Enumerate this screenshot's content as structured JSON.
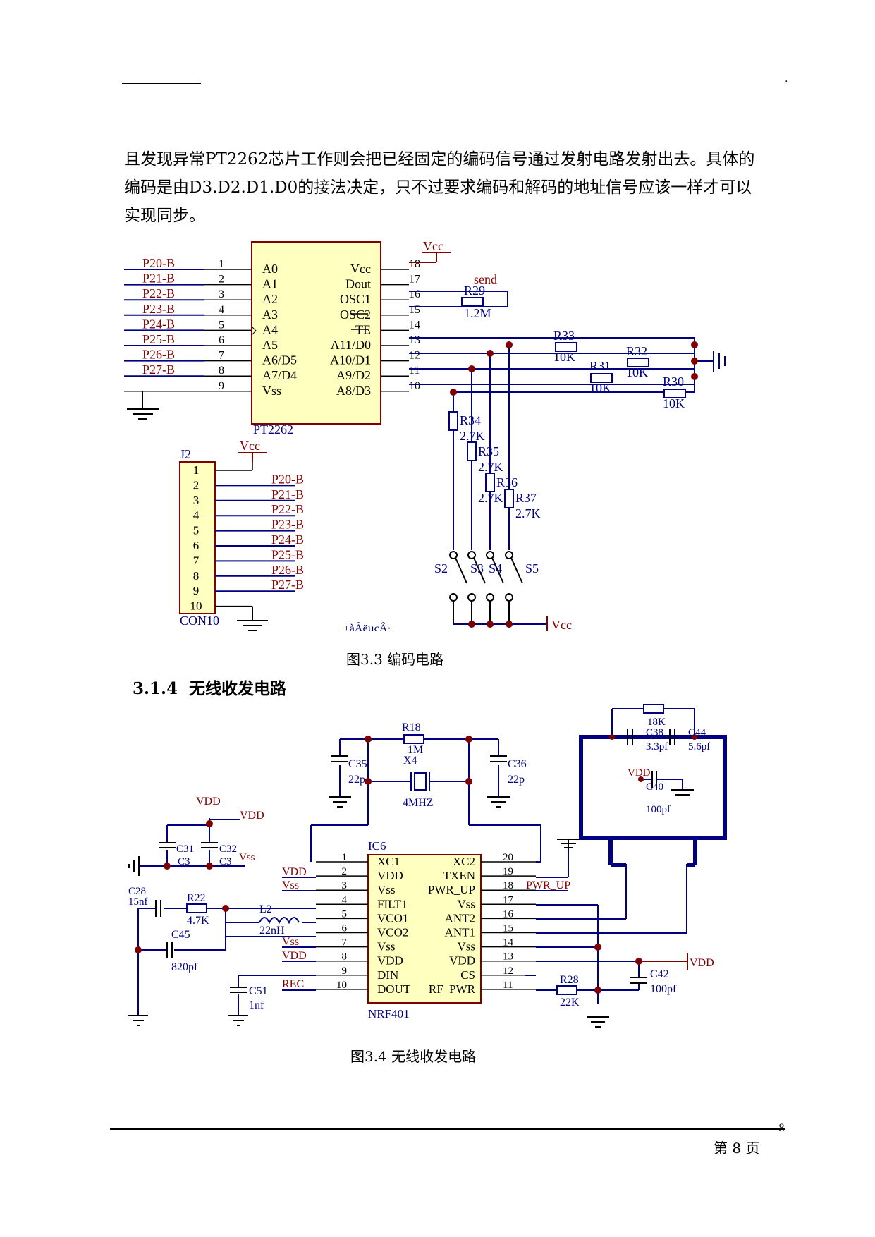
{
  "header": {
    "dot": "."
  },
  "paragraph": {
    "line1": "且发现异常PT2262芯片工作则会把已经固定的编码信号通过发射电路发射出去。具体的",
    "line2": "编码是由D3.D2.D1.D0的接法决定，只不过要求编码和解码的地址信号应该一样才可以",
    "line3": "实现同步。"
  },
  "figure1": {
    "caption": "图3.3  编码电路",
    "chip_name": "PT2262",
    "left_pin_names": [
      "A0",
      "A1",
      "A2",
      "A3",
      "A4",
      "A5",
      "A6/D5",
      "A7/D4",
      "Vss"
    ],
    "right_pin_names": [
      "Vcc",
      "Dout",
      "OSC1",
      "OSC2",
      "TE",
      "A11/D0",
      "A10/D1",
      "A9/D2",
      "A8/D3"
    ],
    "left_pin_numbers": [
      "1",
      "2",
      "3",
      "4",
      "5",
      "6",
      "7",
      "8",
      "9"
    ],
    "right_pin_numbers": [
      "18",
      "17",
      "16",
      "15",
      "14",
      "13",
      "12",
      "11",
      "10"
    ],
    "net_labels": [
      "P20-B",
      "P21-B",
      "P22-B",
      "P23-B",
      "P24-B",
      "P25-B",
      "P26-B",
      "P27-B"
    ],
    "vcc": "Vcc",
    "send": "send",
    "r29": "R29",
    "r29_val": "1.2M",
    "r33": "R33",
    "r32": "R32",
    "r31": "R31",
    "r30": "R30",
    "val_10k": "10K",
    "r34": "R34",
    "r35": "R35",
    "r36": "R36",
    "r37": "R37",
    "val_27k": "2.7K",
    "switches": [
      "S2",
      "S3",
      "S4",
      "S5"
    ],
    "connector": "J2",
    "connector_type": "CON10",
    "connector_pins": [
      "1",
      "2",
      "3",
      "4",
      "5",
      "6",
      "7",
      "8",
      "9",
      "10"
    ],
    "garbled": "±àÂëµçÂ·"
  },
  "section": {
    "number": "3.1.4",
    "title": "无线收发电路"
  },
  "figure2": {
    "caption": "图3.4  无线收发电路",
    "chip_id": "IC6",
    "chip_name": "NRF401",
    "left_pin_names": [
      "XC1",
      "VDD",
      "Vss",
      "FILT1",
      "VCO1",
      "VCO2",
      "Vss",
      "VDD",
      "DIN",
      "DOUT"
    ],
    "right_pin_names": [
      "XC2",
      "TXEN",
      "PWR_UP",
      "Vss",
      "ANT2",
      "ANT1",
      "Vss",
      "VDD",
      "CS",
      "RF_PWR"
    ],
    "left_pin_numbers": [
      "1",
      "2",
      "3",
      "4",
      "5",
      "6",
      "7",
      "8",
      "9",
      "10"
    ],
    "right_pin_numbers": [
      "20",
      "19",
      "18",
      "17",
      "16",
      "15",
      "14",
      "13",
      "12",
      "11"
    ],
    "vdd": "VDD",
    "vss": "Vss",
    "rec": "REC",
    "pwr_up": "PWR_UP",
    "r18": "R18",
    "r18_val": "1M",
    "x4": "X4",
    "x4_val": "4MHZ",
    "c35": "C35",
    "c35_val": "22p",
    "c36": "C36",
    "c36_val": "22p",
    "c31": "C31",
    "c32": "C32",
    "c3": "C3",
    "c28": "C28",
    "c28_val": "15nf",
    "r22": "R22",
    "r22_val": "4.7K",
    "c45": "C45",
    "c45_val": "820pf",
    "l2": "L2",
    "l2_val": "22nH",
    "c51": "C51",
    "c51_val": "1nf",
    "r28": "R28",
    "r28_val": "22K",
    "c42": "C42",
    "c42_val": "100pf",
    "r_18k": "18K",
    "c38": "C38",
    "c38_val": "3.3pf",
    "c44": "C44",
    "c44_val": "5.6pf",
    "c40": "C40",
    "c40_val": "100pf"
  },
  "footer": {
    "number": "8",
    "page_label": "第 8 页"
  }
}
